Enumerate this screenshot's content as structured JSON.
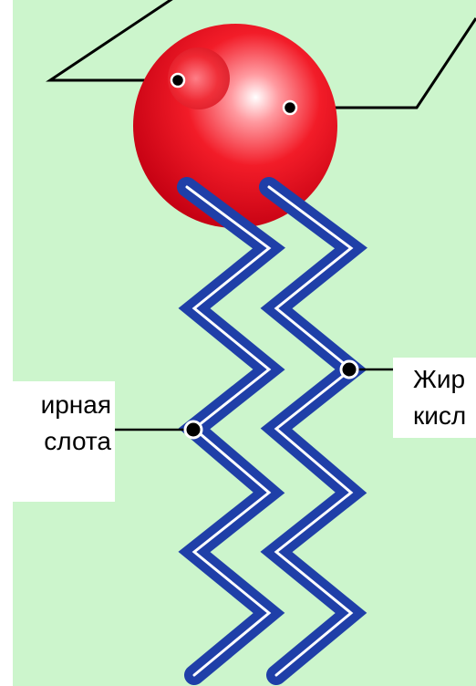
{
  "labels": {
    "left_line1": "ирная",
    "left_line2": "слота",
    "right_line1": "Жир",
    "right_line2": "кисл"
  },
  "colors": {
    "background": "#ccf5cc",
    "head": "#e8141c",
    "tail": "#1f3fa8",
    "line": "#000000"
  }
}
